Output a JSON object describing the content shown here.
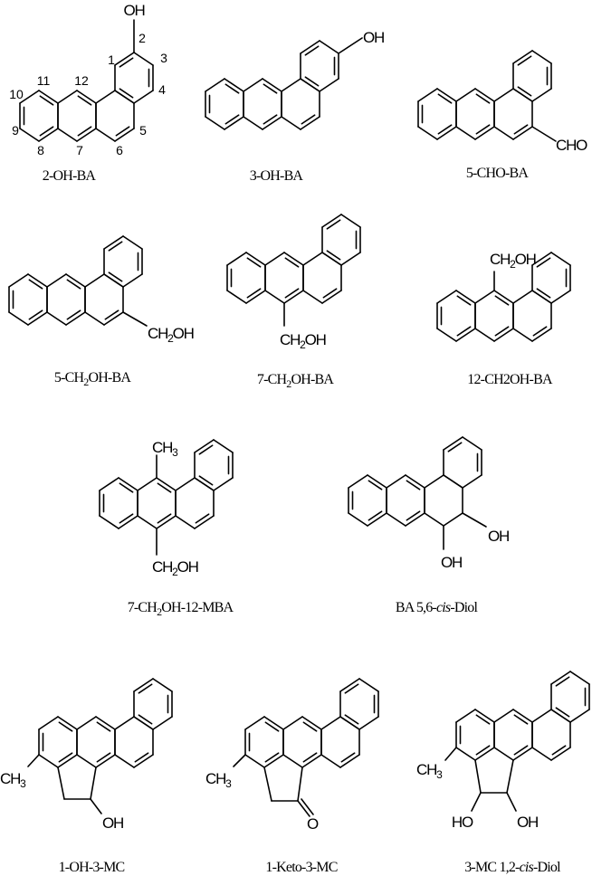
{
  "colors": {
    "ink": "#000000",
    "background": "#ffffff"
  },
  "molecules": [
    {
      "label": [
        {
          "t": "2-OH-BA"
        }
      ],
      "groups": [
        [
          {
            "t": "OH"
          }
        ]
      ],
      "locants": [
        "1",
        "2",
        "3",
        "4",
        "5",
        "6",
        "7",
        "8",
        "9",
        "10",
        "11",
        "12"
      ]
    },
    {
      "label": [
        {
          "t": "3-OH-BA"
        }
      ],
      "groups": [
        [
          {
            "t": "OH"
          }
        ]
      ]
    },
    {
      "label": [
        {
          "t": "5-CHO-BA"
        }
      ],
      "groups": [
        [
          {
            "t": "CHO"
          }
        ]
      ]
    },
    {
      "label": [
        {
          "t": "5-CH"
        },
        {
          "t": "2",
          "sub": true
        },
        {
          "t": "OH-BA"
        }
      ],
      "groups": [
        [
          {
            "t": "CH"
          },
          {
            "t": "2",
            "sub": true
          },
          {
            "t": "OH"
          }
        ]
      ]
    },
    {
      "label": [
        {
          "t": "7-CH"
        },
        {
          "t": "2",
          "sub": true
        },
        {
          "t": "OH-BA"
        }
      ],
      "groups": [
        [
          {
            "t": "CH"
          },
          {
            "t": "2",
            "sub": true
          },
          {
            "t": "OH"
          }
        ]
      ]
    },
    {
      "label": [
        {
          "t": "12-CH2OH-BA"
        }
      ],
      "groups": [
        [
          {
            "t": "CH"
          },
          {
            "t": "2",
            "sub": true
          },
          {
            "t": "OH"
          }
        ]
      ]
    },
    {
      "label": [
        {
          "t": "7-CH"
        },
        {
          "t": "2",
          "sub": true
        },
        {
          "t": "OH-12-MBA"
        }
      ],
      "groups": [
        [
          {
            "t": "CH"
          },
          {
            "t": "3",
            "sub": true
          }
        ],
        [
          {
            "t": "CH"
          },
          {
            "t": "2",
            "sub": true
          },
          {
            "t": "OH"
          }
        ]
      ]
    },
    {
      "label": [
        {
          "t": "BA 5,6-"
        },
        {
          "t": "cis",
          "it": true
        },
        {
          "t": "-Diol"
        }
      ],
      "groups": [
        [
          {
            "t": "OH"
          }
        ],
        [
          {
            "t": "OH"
          }
        ]
      ]
    },
    {
      "label": [
        {
          "t": "1-OH-3-MC"
        }
      ],
      "groups": [
        [
          {
            "t": "CH"
          },
          {
            "t": "3",
            "sub": true
          }
        ],
        [
          {
            "t": "OH"
          }
        ]
      ]
    },
    {
      "label": [
        {
          "t": "1-Keto-3-MC"
        }
      ],
      "groups": [
        [
          {
            "t": "CH"
          },
          {
            "t": "3",
            "sub": true
          }
        ],
        [
          {
            "t": "O"
          }
        ]
      ]
    },
    {
      "label": [
        {
          "t": "3-MC 1,2-"
        },
        {
          "t": "cis",
          "it": true
        },
        {
          "t": "-Diol"
        }
      ],
      "groups": [
        [
          {
            "t": "CH"
          },
          {
            "t": "3",
            "sub": true
          }
        ],
        [
          {
            "t": "HO"
          }
        ],
        [
          {
            "t": "OH"
          }
        ]
      ]
    }
  ]
}
